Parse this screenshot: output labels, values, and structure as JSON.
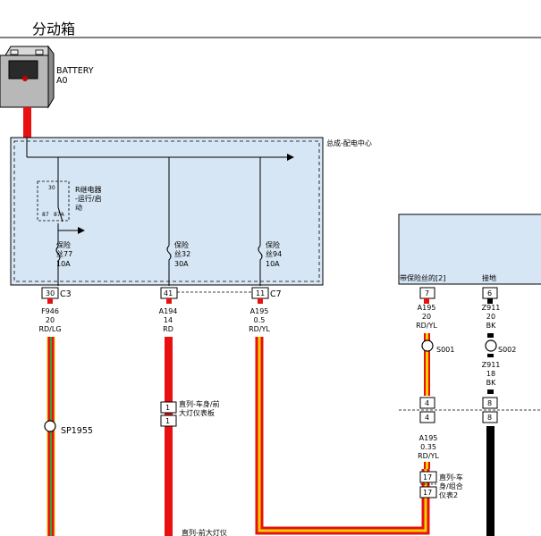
{
  "header": {
    "title": "分动箱"
  },
  "battery": {
    "name": "BATTERY",
    "code": "A0"
  },
  "module_main": {
    "label": "总成-配电中心"
  },
  "relay": {
    "label_lines": [
      "R继电器",
      "-运行/启",
      "动"
    ],
    "pin_30": "30",
    "pin_87": "87",
    "pin_87a": "87A"
  },
  "fuses": [
    {
      "lines": [
        "保险",
        "丝77",
        "10A"
      ]
    },
    {
      "lines": [
        "保险",
        "丝32",
        "30A"
      ]
    },
    {
      "lines": [
        "保险",
        "丝94",
        "10A"
      ]
    }
  ],
  "connectors": {
    "c3": "C3",
    "c7": "C7",
    "s001": "S001",
    "s002": "S002",
    "sp1955": "SP1955"
  },
  "pins": {
    "p30": "30",
    "p41": "41",
    "p11": "11",
    "p7": "7",
    "p6": "6",
    "p4a": "4",
    "p4b": "4",
    "p8a": "8",
    "p8b": "8",
    "p1a": "1",
    "p1b": "1",
    "p17a": "17",
    "p17b": "17"
  },
  "wires": {
    "f946": {
      "circuit": "F946",
      "gauge": "20",
      "color": "RD/LG"
    },
    "a194": {
      "circuit": "A194",
      "gauge": "14",
      "color": "RD"
    },
    "a195_c7": {
      "circuit": "A195",
      "gauge": "0.5",
      "color": "RD/YL"
    },
    "a195_top": {
      "circuit": "A195",
      "gauge": "20",
      "color": "RD/YL"
    },
    "a195_low": {
      "circuit": "A195",
      "gauge": "0.35",
      "color": "RD/YL"
    },
    "z911_top": {
      "circuit": "Z911",
      "gauge": "20",
      "color": "BK"
    },
    "z911_mid": {
      "circuit": "Z911",
      "gauge": "18",
      "color": "BK"
    }
  },
  "module_right": {
    "fused_label": "带保险丝的[2]",
    "ground_label": "接地"
  },
  "inline_labels": {
    "headlamp_panel": [
      "直列-车身/前",
      "大灯仪表板"
    ],
    "body_cluster": [
      "直列-车",
      "身/组合",
      "仪表2"
    ],
    "bottom_cut": "直列-前大灯仪"
  },
  "colors": {
    "red": "#e81010",
    "yellow": "#f0d000",
    "green": "#3aa03a",
    "black": "#000000",
    "module_fill": "#d6e6f4",
    "right_fill": "#d6e6f4"
  }
}
